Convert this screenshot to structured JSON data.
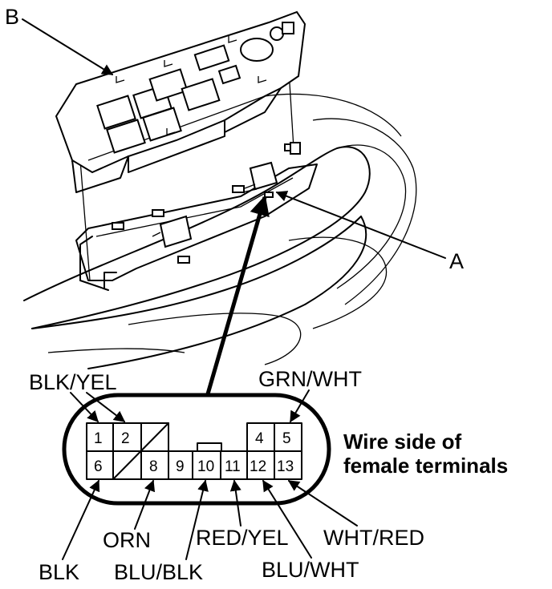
{
  "callouts": {
    "part_a": "A",
    "part_b": "B"
  },
  "connector": {
    "description_line1": "Wire side of",
    "description_line2": "female terminals",
    "terminals": [
      "1",
      "2",
      "4",
      "5",
      "6",
      "8",
      "9",
      "10",
      "11",
      "12",
      "13"
    ]
  },
  "wire_labels": {
    "blk_yel": "BLK/YEL",
    "grn_wht": "GRN/WHT",
    "blk": "BLK",
    "orn": "ORN",
    "red_yel": "RED/YEL",
    "blu_blk": "BLU/BLK",
    "blu_wht": "BLU/WHT",
    "wht_red": "WHT/RED"
  }
}
